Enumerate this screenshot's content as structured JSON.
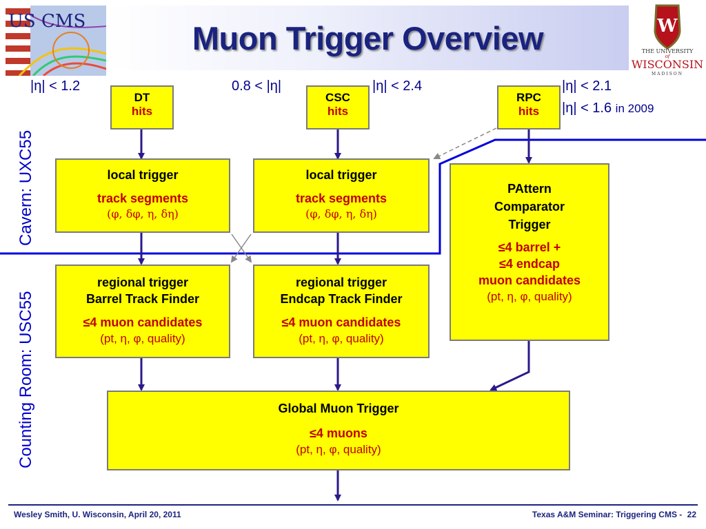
{
  "slide": {
    "title": "Muon Trigger Overview",
    "logo_left_text": "US CMS",
    "logo_right": {
      "line1": "THE UNIVERSITY",
      "line2": "of",
      "line3": "WISCONSIN",
      "line4": "MADISON"
    },
    "footer_left": "Wesley Smith, U. Wisconsin, April 20, 2011",
    "footer_right": "Texas A&M Seminar: Triggering CMS -",
    "page_number": "22"
  },
  "eta_labels": {
    "dt": "|η| < 1.2",
    "csc_left": "0.8 < |η|",
    "csc_right": "|η| < 2.4",
    "rpc_line1": "|η| < 2.1",
    "rpc_line2": "|η| < 1.6",
    "rpc_line2_note": "in 2009"
  },
  "side_labels": {
    "counting_room": "Counting Room: USC55",
    "cavern": "Cavern: UXC55"
  },
  "boxes": {
    "dt_hits": {
      "name": "DT",
      "sub": "hits"
    },
    "csc_hits": {
      "name": "CSC",
      "sub": "hits"
    },
    "rpc_hits": {
      "name": "RPC",
      "sub": "hits"
    },
    "local_dt": {
      "title": "local trigger",
      "sub": "track segments",
      "params": "(φ, δφ, η, δη)"
    },
    "local_csc": {
      "title": "local trigger",
      "sub": "track segments",
      "params": "(φ, δφ, η, δη)"
    },
    "pac": {
      "line1": "PAttern",
      "line2": "Comparator",
      "line3": "Trigger",
      "cand1": "≤4 barrel +",
      "cand2": "≤4 endcap",
      "cand3": "muon candidates",
      "params": "(pt, η, φ, quality)"
    },
    "regional_barrel": {
      "title": "regional trigger",
      "name": "Barrel Track Finder",
      "cand": "≤4 muon candidates",
      "params": "(pt, η, φ, quality)"
    },
    "regional_endcap": {
      "title": "regional trigger",
      "name": "Endcap Track Finder",
      "cand": "≤4 muon candidates",
      "params": "(pt, η, φ, quality)"
    },
    "gmt": {
      "title": "Global Muon Trigger",
      "cand": "≤4 muons",
      "params": "(pt, η, φ, quality)"
    }
  },
  "colors": {
    "box_fill": "#ffff00",
    "arrow": "#2a1a8a",
    "boundary_line": "#0000dd",
    "title": "#1a237e",
    "red_text": "#c00000"
  }
}
